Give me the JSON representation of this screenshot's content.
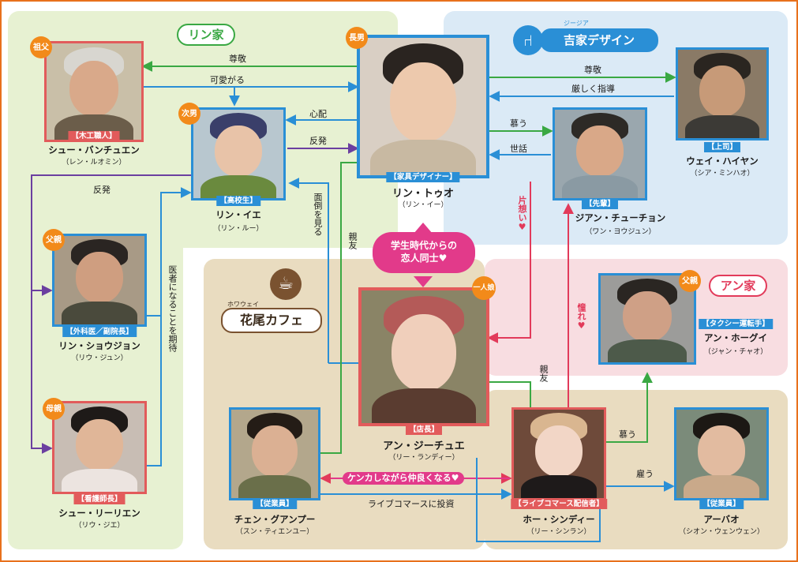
{
  "colors": {
    "orange": "#f28a1a",
    "blue": "#2a8fd6",
    "green": "#3aa843",
    "red": "#e23a5a",
    "purple": "#6b3fa0",
    "pink": "#e23a8a"
  },
  "groups": {
    "lin_family": "リン家",
    "design_ruby": "ジージア",
    "design": "吉家デザイン",
    "cafe_ruby": "ホワウェイ",
    "cafe": "花尾カフェ",
    "an_family": "アン家"
  },
  "couple_label": [
    "学生時代からの",
    "恋人同士♥"
  ],
  "characters": {
    "grandfather": {
      "badge": "祖父",
      "role": "【木工職人】",
      "name": "シュー・バンチュエン",
      "actor": "（レン・ルオミン）"
    },
    "second_son": {
      "badge": "次男",
      "role": "【高校生】",
      "name": "リン・イエ",
      "actor": "（リン・ルー）"
    },
    "eldest_son": {
      "badge": "長男",
      "role": "【家具デザイナー】",
      "name": "リン・トゥオ",
      "actor": "（リン・イー）"
    },
    "boss": {
      "role": "【上司】",
      "name": "ウェイ・ハイヤン",
      "actor": "（シア・ミンハオ）"
    },
    "senior": {
      "role": "【先輩】",
      "name": "ジアン・チューチョン",
      "actor": "（ワン・ヨウジュン）"
    },
    "father": {
      "badge": "父親",
      "role": "【外科医／副院長】",
      "name": "リン・ショウジョン",
      "actor": "（リウ・ジュン）"
    },
    "mother": {
      "badge": "母親",
      "role": "【看護師長】",
      "name": "シュー・リーリエン",
      "actor": "（リウ・ジエ）"
    },
    "only_daughter": {
      "badge": "一人娘",
      "role": "【店長】",
      "name": "アン・ジーチュエ",
      "actor": "（リー・ランディー）"
    },
    "an_father": {
      "badge": "父親",
      "role": "【タクシー運転手】",
      "name": "アン・ホーグイ",
      "actor": "（ジャン・チャオ）"
    },
    "employee1": {
      "role": "【従業員】",
      "name": "チェン・グアンプー",
      "actor": "（スン・ティエンユー）"
    },
    "streamer": {
      "role": "【ライブコマース配信者】",
      "name": "ホー・シンディー",
      "actor": "（リー・シンラン）"
    },
    "employee2": {
      "role": "【従業員】",
      "name": "アーバオ",
      "actor": "（シオン・ウェンウェン）"
    }
  },
  "relations": {
    "respect1": "尊敬",
    "dote": "可愛がる",
    "worry": "心配",
    "rebel1": "反発",
    "rebel2": "反発",
    "respect2": "尊敬",
    "strict": "厳しく指導",
    "admire": "慕う",
    "care": "世話",
    "crush": "片想い♥",
    "longing": "憧れ♥",
    "best_friend1": "親友",
    "best_friend2": "親友",
    "look_after": "面倒を見る",
    "expect": "医者になることを期待",
    "fight_friends": "ケンカしながら仲良くなる♥",
    "invest": "ライブコマースに投資",
    "admire2": "慕う",
    "hire": "雇う"
  }
}
